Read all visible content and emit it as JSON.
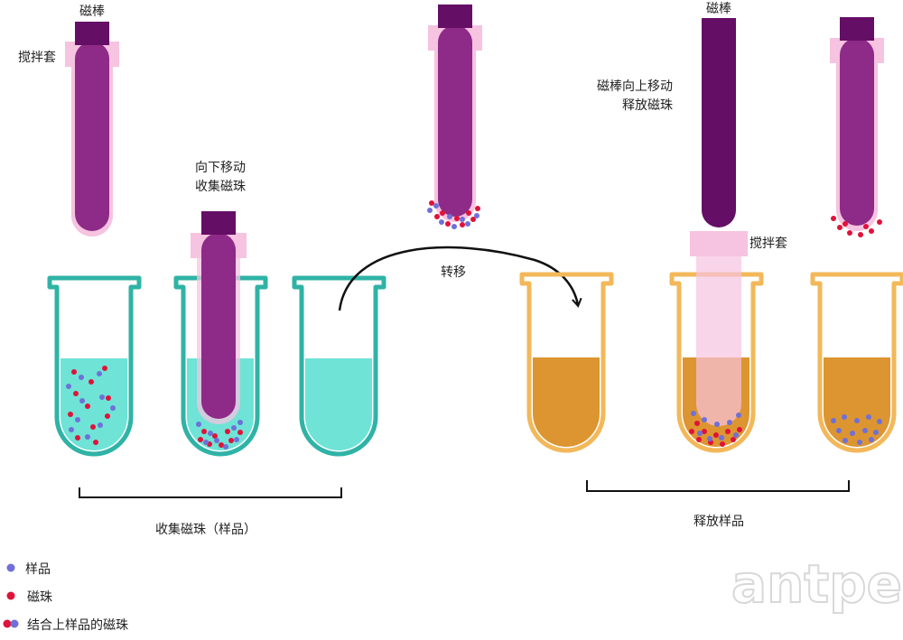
{
  "labels": {
    "rod_top_1": "磁棒",
    "sleeve_1": "搅拌套",
    "move_down_1": "向下移动",
    "move_down_2": "收集磁珠",
    "transfer": "转移",
    "rod_top_2": "磁棒",
    "rod_up_1": "磁棒向上移动",
    "rod_up_2": "释放磁珠",
    "sleeve_2": "搅拌套",
    "collect_caption": "收集磁珠（样品）",
    "release_caption": "释放样品"
  },
  "legend": {
    "sample": "样品",
    "bead": "磁珠",
    "bound": "结合上样品的磁珠"
  },
  "watermark": "antpedia",
  "colors": {
    "teal": "#2fb3a6",
    "teal_liquid": "#6ee3d6",
    "orange": "#f2b85a",
    "orange_liquid": "#dc9530",
    "rod_dark": "#650e66",
    "rod": "#8e2a87",
    "sleeve": "#f6c3e0",
    "bead_red": "#e0123a",
    "sample_blue": "#6f70d8"
  }
}
